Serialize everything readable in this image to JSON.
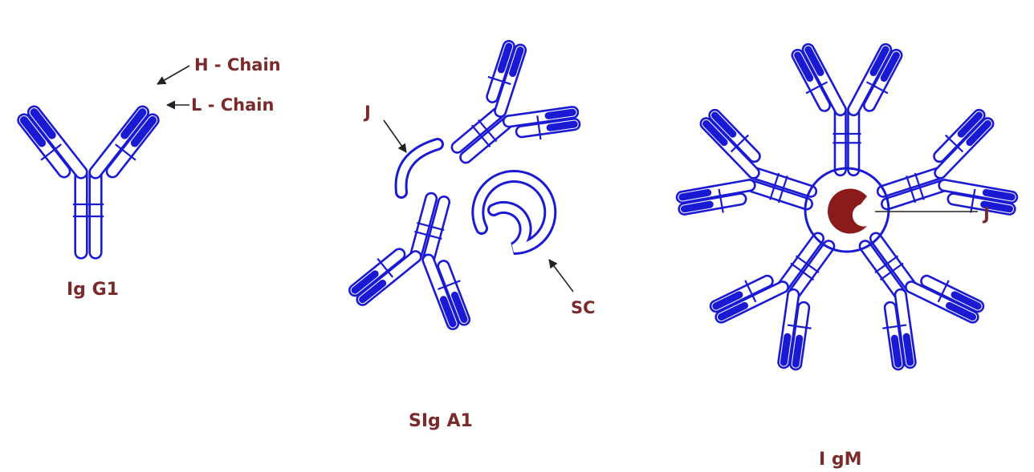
{
  "colors": {
    "chain_stroke": "#1a1ad4",
    "chain_fill": "#ffffff",
    "variable_fill": "#1a1ad4",
    "label": "#7a2a2a",
    "j_chain_fill": "#8b1a1a"
  },
  "labels": {
    "h_chain": "H - Chain",
    "l_chain": "L - Chain",
    "j_siga": "J",
    "sc": "SC",
    "j_igm": "J"
  },
  "captions": {
    "igg": "Ig G1",
    "siga": "SIg A1",
    "igm": "I gM"
  }
}
